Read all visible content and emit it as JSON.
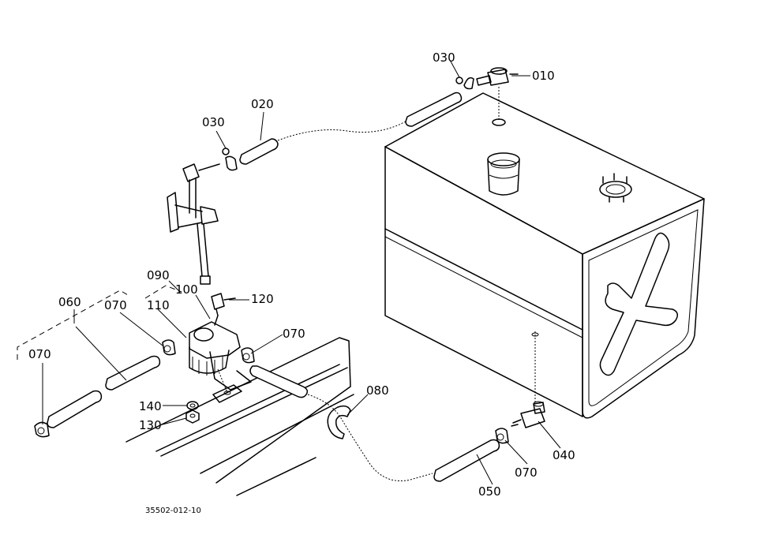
{
  "labels": {
    "p010": "010",
    "p020": "020",
    "p030a": "030",
    "p030b": "030",
    "p040": "040",
    "p050": "050",
    "p060": "060",
    "p070a": "070",
    "p070b": "070",
    "p070c": "070",
    "p070d": "070",
    "p080": "080",
    "p090": "090",
    "p100": "100",
    "p110": "110",
    "p120": "120",
    "p130": "130",
    "p140": "140"
  },
  "figure_code": "35502-012-10"
}
